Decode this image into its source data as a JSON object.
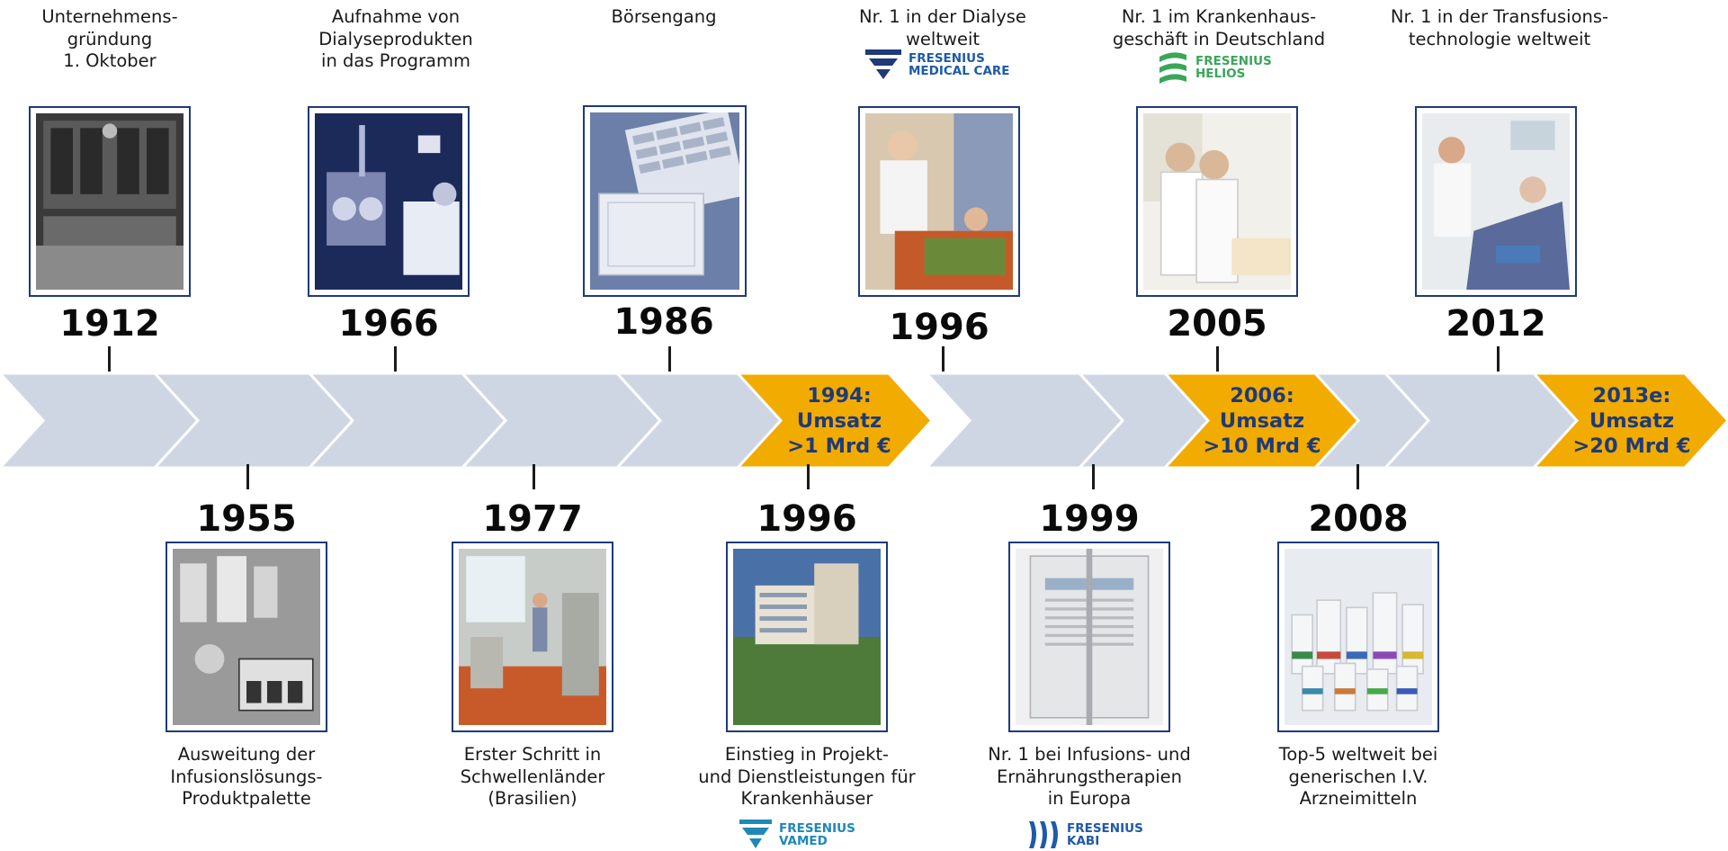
{
  "colors": {
    "arrow": "#cfd6e3",
    "highlight": "#f2ab00",
    "navy": "#1e3a78",
    "logo_blue": "#1e5aa8",
    "logo_green": "#3aa65a"
  },
  "top_events": [
    {
      "year": "1912",
      "caption": "Unternehmens-\ngründung\n1. Oktober",
      "photo": "old-pharmacy-photo"
    },
    {
      "year": "1966",
      "caption": "Aufnahme von\nDialyseprodukten\nin das Programm",
      "photo": "dialysis-machine-photo"
    },
    {
      "year": "1986",
      "caption": "Börsengang",
      "photo": "stock-certificate-photo"
    },
    {
      "year": "1996",
      "caption": "Nr. 1 in der Dialyse\nweltweit",
      "photo": "dialysis-patient-photo",
      "logo": "FRESENIUS\nMEDICAL CARE"
    },
    {
      "year": "2005",
      "caption": "Nr. 1 im Krankenhaus-\ngeschäft in Deutschland",
      "photo": "doctors-photo",
      "logo": "FRESENIUS\nHELIOS"
    },
    {
      "year": "2012",
      "caption": "Nr. 1 in der Transfusions-\ntechnologie weltweit",
      "photo": "transfusion-patient-photo"
    }
  ],
  "bottom_events": [
    {
      "year": "1955",
      "caption": "Ausweitung der\nInfusionslösungs-\nProduktpalette",
      "photo": "infusion-bottles-photo"
    },
    {
      "year": "1977",
      "caption": "Erster Schritt in\nSchwellenländer\n(Brasilien)",
      "photo": "factory-photo"
    },
    {
      "year": "1996",
      "caption": "Einstieg in Projekt-\nund Dienstleistungen für\nKrankenhäuser",
      "photo": "hospital-building-photo",
      "logo": "FRESENIUS\nVAMED"
    },
    {
      "year": "1999",
      "caption": "Nr. 1 bei Infusions- und\nErnährungstherapien\nin Europa",
      "photo": "infusion-bag-photo",
      "logo": "FRESENIUS\nKABI"
    },
    {
      "year": "2008",
      "caption": "Top-5 weltweit bei\ngenerischen I.V.\nArzneimitteln",
      "photo": "vials-photo"
    }
  ],
  "milestones": [
    {
      "label": "1994:\nUmsatz\n>1 Mrd €"
    },
    {
      "label": "2006:\nUmsatz\n>10 Mrd €"
    },
    {
      "label": "2013e:\nUmsatz\n>20 Mrd €"
    }
  ]
}
